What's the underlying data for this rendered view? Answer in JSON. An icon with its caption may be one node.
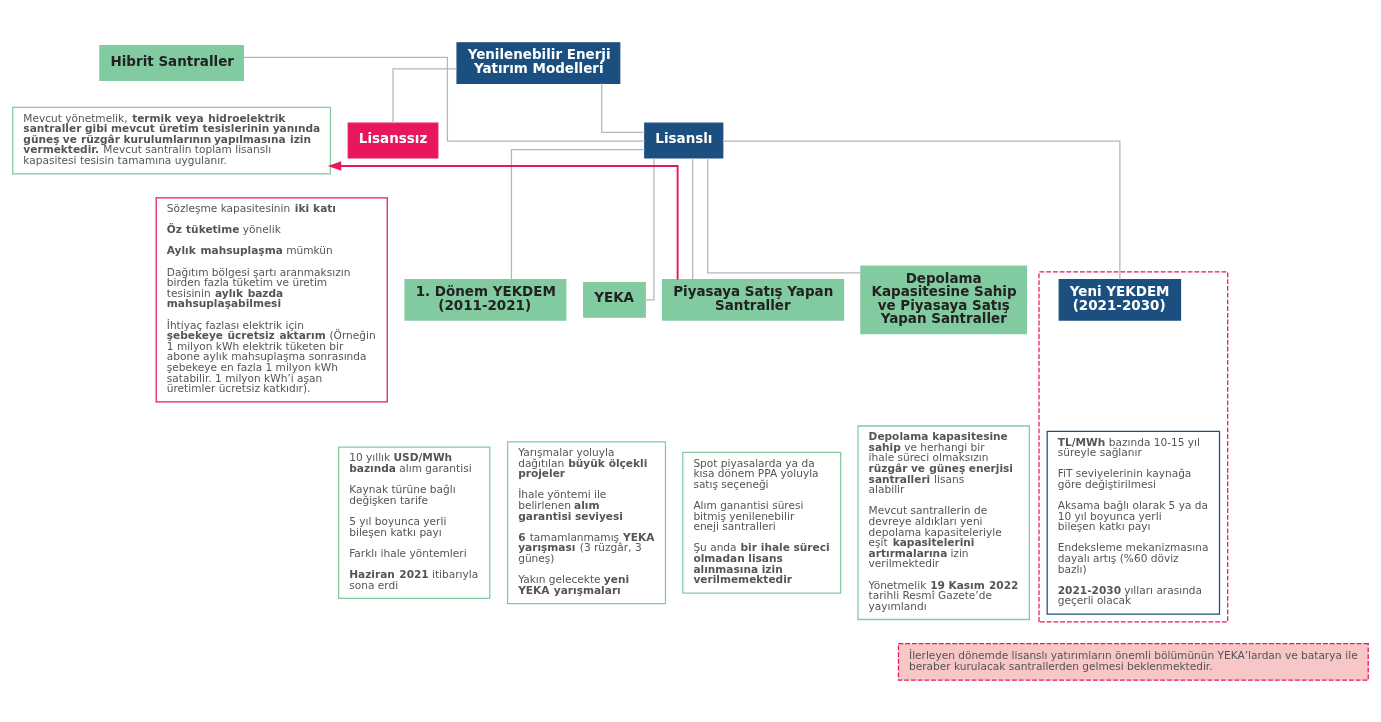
{
  "diagram": {
    "nodes": [
      {
        "text": [
          "Yenilenebilir Enerji Yatırım Modelleri"
        ]
      },
      {
        "text": [
          "Lisanssız"
        ]
      },
      {
        "text": [
          "Sözleşme kapasitesinin **iki katı**",
          "**Öz tüketime** yönelik",
          "**Aylık mahsuplaşma** mümkün",
          "Dağıtım bölgesi şartı aranmaksızın birden fazla tüketim ve üretim tesisinin **aylık bazda mahsuplaşabilmesi**",
          "İhtiyaç fazlası elektrik için **şebekeye ücretsiz aktarım** (Örneğin 1 milyon kWh elektrik tüketen bir abone aylık mahsuplaşma sonrasında şebekeye en fazla 1 milyon kWh satabilir. 1 milyon kWh’i aşan üretimler ücretsiz katkıdır)."
        ]
      },
      {
        "text": [
          "Lisanslı"
        ]
      },
      {
        "text": [
          "Hibrit Santraller"
        ]
      },
      {
        "text": [
          "Mevcut yönetmelik, **termik veya hidroelektrik santraller gibi mevcut üretim tesislerinin yanında güneş ve rüzgâr kurulumlarının yapılmasına izin vermektedir.** Mevcut santralin toplam lisanslı kapasitesi tesisin tamamına uygulanır."
        ]
      },
      {
        "text": [
          "1. Dönem YEKDEM (2011-2021)"
        ]
      },
      {
        "text": [
          "10 yıllık **USD/MWh bazında** alım garantisi",
          "Kaynak türüne bağlı değişken tarife",
          "5 yıl boyunca yerli bileşen katkı payı",
          "Farklı ihale yöntemleri",
          "**Haziran 2021** itibarıyla sona erdi"
        ]
      },
      {
        "text": [],
        "shape": "box"
      },
      {
        "text": [
          "Yeni YEKDEM (2021-2030)"
        ],
        "in": 8
      },
      {
        "text": [
          "**TL/MWh** bazında 10-15 yıl süreyle sağlanır",
          "FiT seviyelerinin kaynağa göre değiştirilmesi",
          "Aksama bağlı olarak 5 ya da 10 yıl boyunca yerli bileşen katkı payı",
          "Endeksleme mekanizmasına dayalı artış (%60 döviz bazlı)",
          "**2021-2030** yılları arasında geçerli olacak"
        ],
        "in": 8
      },
      {
        "text": [
          "YEKA"
        ]
      },
      {
        "text": [
          "Yarışmalar yoluyla dağıtılan **büyük ölçekli projeler**",
          "İhale yöntemi ile belirlenen **alım garantisi seviyesi**",
          "**6** tamamlanmamış **YEKA yarışması** (3 rüzgâr, 3 güneş)",
          "Yakın gelecekte **yeni YEKA yarışmaları**"
        ]
      },
      {
        "text": [
          "Piyasaya Satış Yapan Santraller"
        ]
      },
      {
        "text": [
          "Spot piyasalarda ya da kısa dönem PPA yoluyla satış seçeneği",
          "Alım ganantisi süresi bitmiş yenilenebilir eneji santralleri",
          "Şu anda **bir ihale süreci olmadan lisans alınmasına izin verilmemektedir**"
        ]
      },
      {
        "text": [
          "Depolama Kapasitesine Sahip ve Piyasaya Satış Yapan Santraller"
        ]
      },
      {
        "text": [
          "**Depolama kapasitesine sahip** ve herhangi bir ihale süreci olmaksızın **rüzgâr ve güneş enerjisi santralleri** lisans alabilir",
          "Mevcut santrallerin de devreye aldıkları yeni depolama kapasiteleriyle eşit **kapasitelerini artırmalarına** izin verilmektedir",
          "Yönetmelik **19 Kasım 2022** tarihli Resmî Gazete’de yayımlandı"
        ]
      },
      {
        "text": [
          "İlerleyen dönemde lisanslı yatırımların önemli bölümünün YEKA’lardan ve batarya ile beraber kurulacak santrallerden gelmesi beklenmektedir."
        ]
      }
    ],
    "edges": [
      {
        "from": 0,
        "to": 1,
        "arrow": "none"
      },
      {
        "from": 0,
        "to": 3,
        "arrow": "none"
      },
      {
        "from": 3,
        "to": 4,
        "arrow": "none"
      },
      {
        "from": 3,
        "to": 6,
        "arrow": "none"
      },
      {
        "from": 3,
        "to": 9,
        "arrow": "none"
      },
      {
        "from": 3,
        "to": 11,
        "arrow": "none"
      },
      {
        "from": 3,
        "to": 13,
        "arrow": "none"
      },
      {
        "from": 3,
        "to": 15,
        "arrow": "none"
      },
      {
        "from": 13,
        "to": 5,
        "arrow": "to",
        "color": "#e8175d"
      }
    ]
  }
}
